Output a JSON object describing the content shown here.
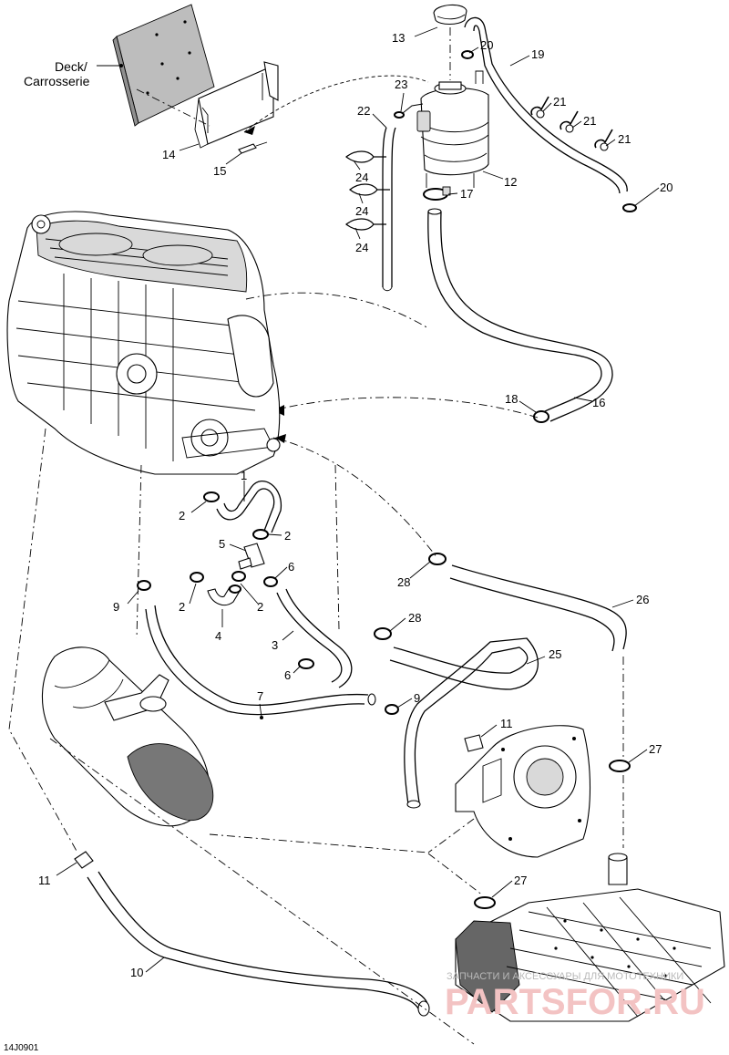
{
  "diagram": {
    "deck_label_line1": "Deck/",
    "deck_label_line2": "Carrosserie",
    "drawing_code": "14J0901",
    "watermark_line1": "ЗАПЧАСТИ И АКСЕССУАРЫ ДЛЯ МОТОТЕХНИКИ",
    "watermark_line2": "PARTSFOR.RU",
    "callouts": {
      "c1": "1",
      "c2a": "2",
      "c2b": "2",
      "c2c": "2",
      "c2d": "2",
      "c3": "3",
      "c4": "4",
      "c5": "5",
      "c6a": "6",
      "c6b": "6",
      "c7": "7",
      "c9a": "9",
      "c9b": "9",
      "c10": "10",
      "c11a": "11",
      "c11b": "11",
      "c12": "12",
      "c13": "13",
      "c14": "14",
      "c15": "15",
      "c16": "16",
      "c17": "17",
      "c18": "18",
      "c19": "19",
      "c20a": "20",
      "c20b": "20",
      "c21a": "21",
      "c21b": "21",
      "c21c": "21",
      "c22": "22",
      "c23": "23",
      "c24a": "24",
      "c24b": "24",
      "c24c": "24",
      "c25": "25",
      "c26": "26",
      "c27a": "27",
      "c27b": "27",
      "c28a": "28",
      "c28b": "28"
    }
  }
}
